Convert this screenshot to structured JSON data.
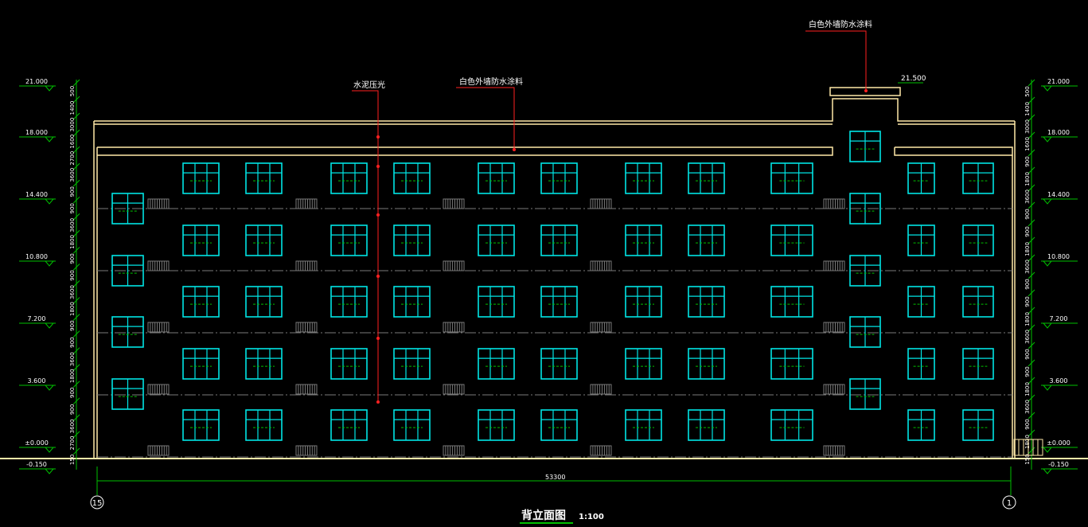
{
  "drawing": {
    "title": "背立面图",
    "scale": "1:100",
    "overall_width": "53300",
    "axis_left": "15",
    "axis_right": "1"
  },
  "callouts": {
    "top_right": "白色外墙防水涂料",
    "mid_paint": "白色外墙防水涂料",
    "cement": "水泥压光",
    "roof_level": "21.500"
  },
  "levels": [
    "21.000",
    "18.000",
    "14.400",
    "10.800",
    "7.200",
    "3.600",
    "±0.000",
    "-0.150"
  ],
  "dims_left": [
    "500",
    "1400",
    "3000",
    "1600",
    "2700",
    "3600",
    "900",
    "900",
    "3600",
    "1800",
    "900",
    "900",
    "3600",
    "1800",
    "900",
    "900",
    "3600",
    "1800",
    "900",
    "900",
    "3600",
    "2700",
    "150"
  ],
  "dims_right": [
    "500",
    "1400",
    "3000",
    "1600",
    "900",
    "1800",
    "3600",
    "900",
    "900",
    "1800",
    "3600",
    "900",
    "900",
    "1800",
    "3600",
    "900",
    "900",
    "1800",
    "3600",
    "900",
    "1800",
    "150"
  ],
  "colors": {
    "background": "#000000",
    "wall": "#ffe9a8",
    "window": "#00e5e5",
    "green": "#00c000",
    "red": "#ff2020",
    "grey": "#7a7a7a",
    "text": "#ffffff"
  }
}
